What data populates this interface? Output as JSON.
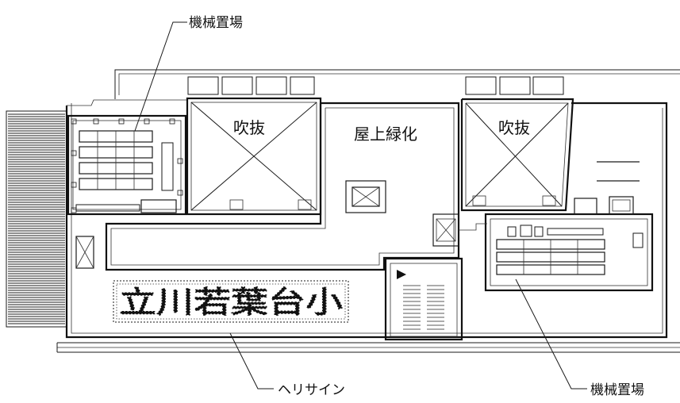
{
  "labels": {
    "machine_area_top": "機械置場",
    "void_left": "吹抜",
    "rooftop_greening": "屋上緑化",
    "void_right": "吹抜",
    "heli_sign_text": "立川若葉台小",
    "heli_sign_label": "ヘリサイン",
    "machine_area_bottom": "機械置場"
  },
  "colors": {
    "line": "#1a1a1a",
    "background": "#ffffff"
  }
}
